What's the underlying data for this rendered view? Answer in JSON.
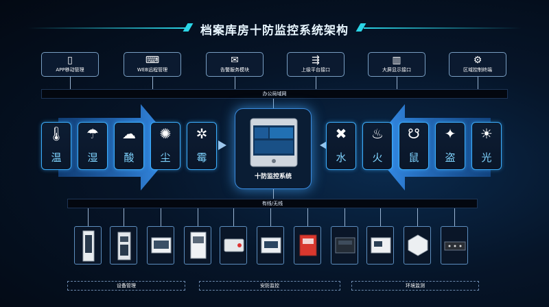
{
  "title": "档案库房十防监控系统架构",
  "top_modules": [
    {
      "label": "APP移动管理",
      "icon": "mobile-phone-icon",
      "glyph": "▯"
    },
    {
      "label": "WEB远程管理",
      "icon": "laptop-icon",
      "glyph": "⌨"
    },
    {
      "label": "告警服务模块",
      "icon": "message-bubble-icon",
      "glyph": "✉"
    },
    {
      "label": "上级平台接口",
      "icon": "network-tree-icon",
      "glyph": "⇶"
    },
    {
      "label": "大屏显示接口",
      "icon": "bar-chart-icon",
      "glyph": "▥"
    },
    {
      "label": "区域控制终端",
      "icon": "control-terminal-icon",
      "glyph": "⚙"
    }
  ],
  "network_bar": "办公局域网",
  "left_sensors": [
    {
      "label": "温",
      "icon": "thermometer-icon",
      "glyph": "🌡"
    },
    {
      "label": "湿",
      "icon": "rain-cloud-icon",
      "glyph": "☂"
    },
    {
      "label": "酸",
      "icon": "cigarette-icon",
      "glyph": "☁"
    },
    {
      "label": "尘",
      "icon": "dust-particles-icon",
      "glyph": "✺"
    },
    {
      "label": "霉",
      "icon": "bug-icon",
      "glyph": "✲"
    }
  ],
  "right_sensors": [
    {
      "label": "水",
      "icon": "water-leak-icon",
      "glyph": "✖"
    },
    {
      "label": "火",
      "icon": "flame-icon",
      "glyph": "♨"
    },
    {
      "label": "鼠",
      "icon": "mouse-icon",
      "glyph": "☋"
    },
    {
      "label": "盗",
      "icon": "running-thief-icon",
      "glyph": "✦"
    },
    {
      "label": "光",
      "icon": "sun-icon",
      "glyph": "☀"
    }
  ],
  "center_label": "十防监控系统",
  "wired_bar": "有线/无线",
  "devices": [
    {
      "name": "device-tall-cabinet"
    },
    {
      "name": "device-control-cabinet"
    },
    {
      "name": "device-air-conditioner"
    },
    {
      "name": "device-dehumidifier"
    },
    {
      "name": "device-purifier"
    },
    {
      "name": "device-controller"
    },
    {
      "name": "device-fire-alarm"
    },
    {
      "name": "device-dark-unit"
    },
    {
      "name": "device-white-unit"
    },
    {
      "name": "device-sensor-cube"
    },
    {
      "name": "device-panel-switch"
    }
  ],
  "categories": [
    {
      "label": "设备管理"
    },
    {
      "label": "安防监控"
    },
    {
      "label": "环境监测"
    }
  ],
  "colors": {
    "accent": "#3db0ff",
    "title_line": "#2bd5e6",
    "sensor_text": "#7fd4ff"
  }
}
